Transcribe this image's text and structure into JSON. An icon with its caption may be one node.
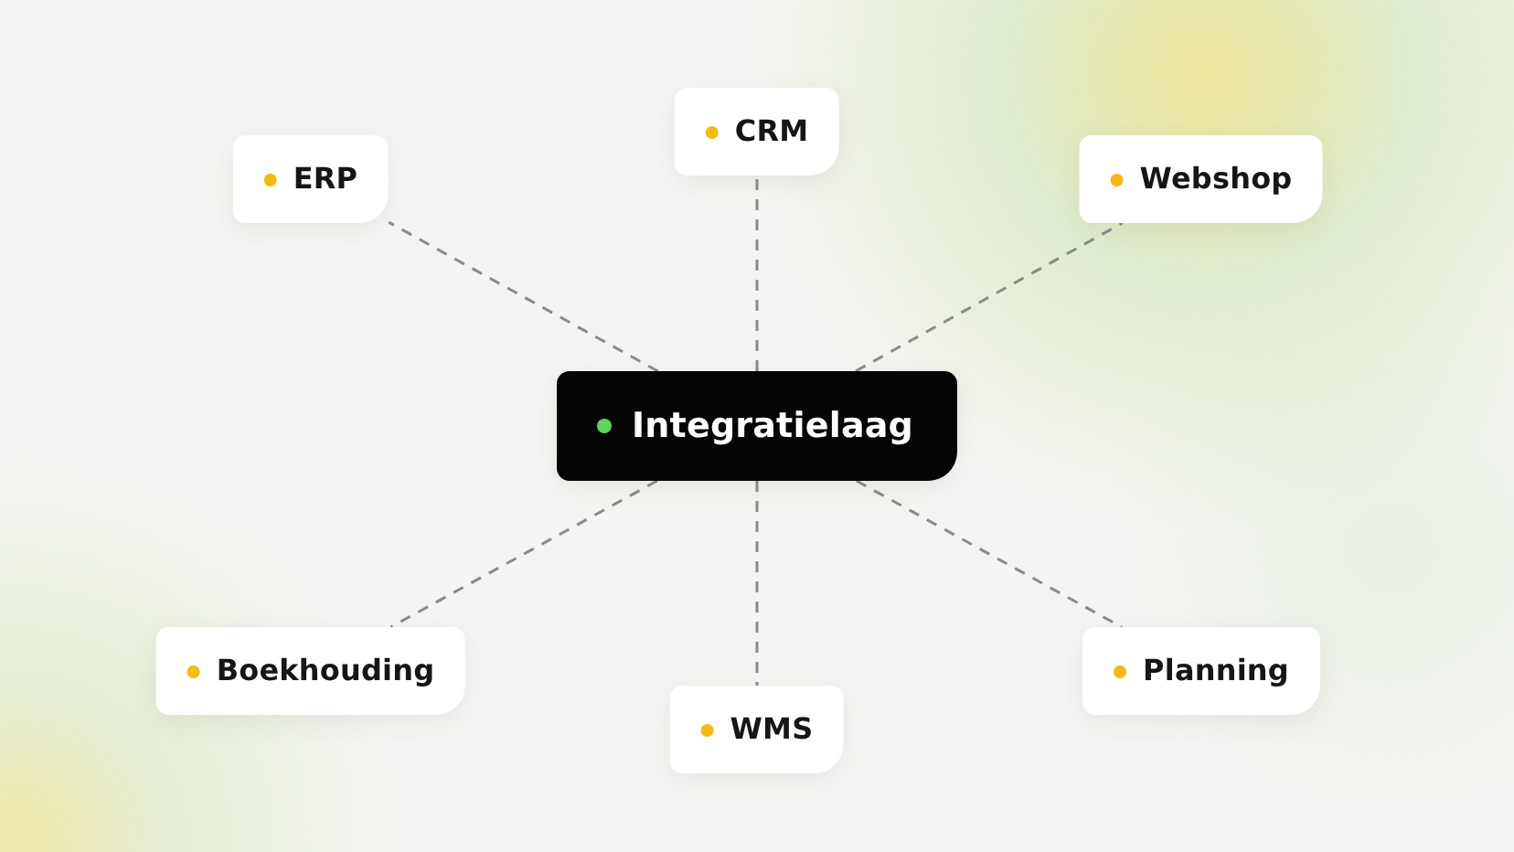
{
  "diagram": {
    "nodes": [
      {
        "text": [
          "ERP"
        ]
      },
      {
        "text": [
          "CRM"
        ]
      },
      {
        "text": [
          "Webshop"
        ]
      },
      {
        "text": [
          "Integratielaag"
        ]
      },
      {
        "text": [
          "Boekhouding"
        ]
      },
      {
        "text": [
          "WMS"
        ]
      },
      {
        "text": [
          "Planning"
        ]
      }
    ],
    "edges": [
      {
        "from": 3,
        "to": 0,
        "arrow": "none"
      },
      {
        "from": 3,
        "to": 1,
        "arrow": "none"
      },
      {
        "from": 3,
        "to": 2,
        "arrow": "none"
      },
      {
        "from": 3,
        "to": 4,
        "arrow": "none"
      },
      {
        "from": 3,
        "to": 5,
        "arrow": "none"
      },
      {
        "from": 3,
        "to": 6,
        "arrow": "none"
      }
    ]
  }
}
